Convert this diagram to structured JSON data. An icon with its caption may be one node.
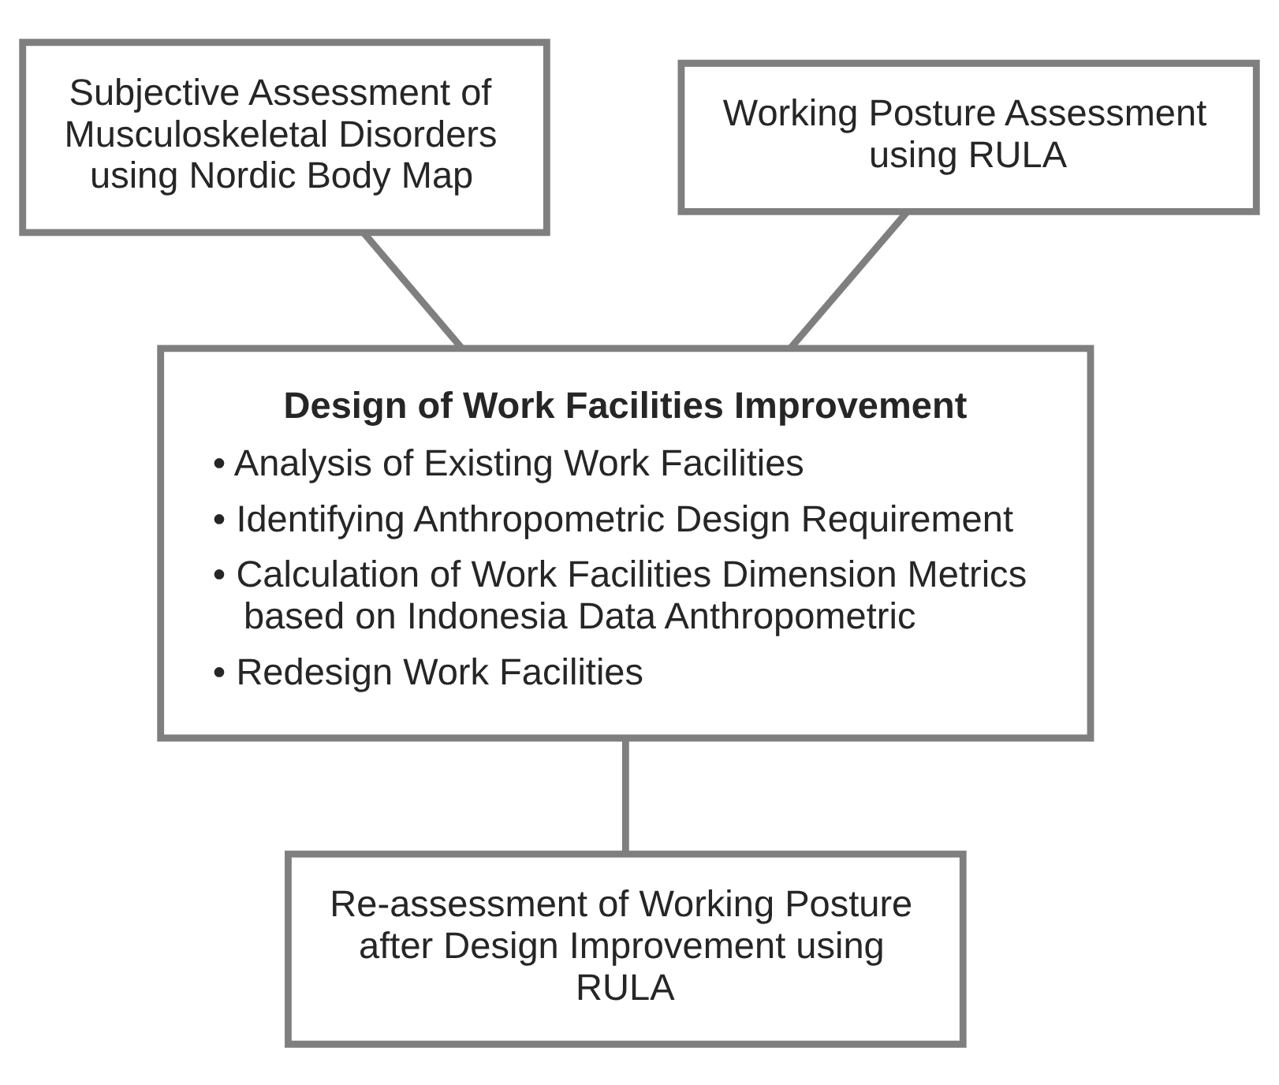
{
  "diagram": {
    "nodes": [
      {
        "text": [
          "Subjective Assessment of Musculoskeletal Disorders using Nordic Body Map"
        ]
      },
      {
        "text": [
          "Working Posture Assessment using RULA"
        ]
      },
      {
        "text": [
          "Design of Work Facilities Improvement",
          "• Analysis of Existing Work Facilities",
          "• Identifying Anthropometric Design Requirement",
          "• Calculation of Work Facilities Dimension Metrics based on Indonesia Data Anthropometric",
          "• Redesign Work Facilities"
        ]
      },
      {
        "text": [
          "Re-assessment of Working Posture after Design Improvement using RULA"
        ]
      }
    ],
    "edges": [
      {
        "from": 0,
        "to": 2,
        "arrow": "none"
      },
      {
        "from": 1,
        "to": 2,
        "arrow": "none"
      },
      {
        "from": 2,
        "to": 3,
        "arrow": "none"
      }
    ]
  }
}
